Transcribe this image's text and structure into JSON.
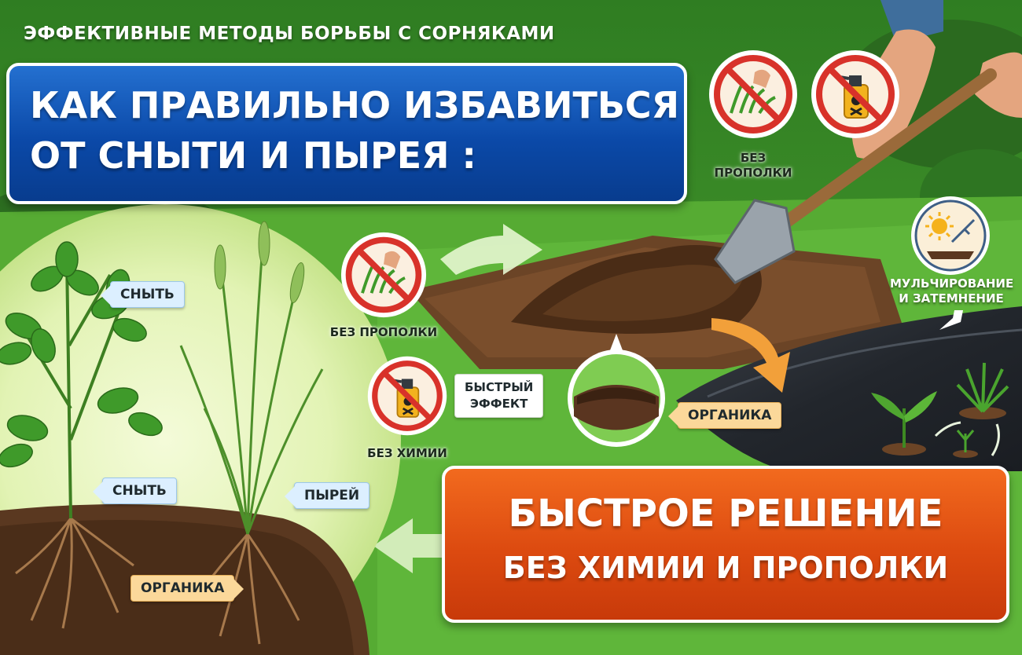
{
  "header": {
    "subtitle": "ЭФФЕКТИВНЫЕ МЕТОДЫ БОРЬБЫ С СОРНЯКАМИ",
    "title_line1": "КАК ПРАВИЛЬНО ИЗБАВИТЬСЯ",
    "title_line2": "ОТ СНЫТИ И ПЫРЕЯ :"
  },
  "icons": {
    "no_weeding_top": "no-weeding-icon",
    "no_chemicals_top": "no-chemicals-icon",
    "no_weeding_mid": "no-weeding-icon",
    "no_chemicals_mid": "no-chemicals-icon",
    "mulching": "sun-mulch-icon"
  },
  "labels": {
    "no_weeding_top_line1": "БЕЗ",
    "no_weeding_top_line2": "ПРОПОЛКИ",
    "no_weeding_mid": "БЕЗ ПРОПОЛКИ",
    "no_chemicals_mid": "БЕЗ ХИМИИ",
    "fast_effect_line1": "БЫСТРЫЙ",
    "fast_effect_line2": "ЭФФЕКТ",
    "mulching_line1": "МУЛЬЧИРОВАНИЕ",
    "mulching_line2": "И ЗАТЕМНЕНИЕ",
    "snyt_top": "СНЫТЬ",
    "snyt_bottom": "СНЫТЬ",
    "pyrey": "ПЫРЕЙ",
    "organic_left": "ОРГАНИКА",
    "organic_center": "ОРГАНИКА"
  },
  "solution": {
    "line1": "БЫСТРОЕ РЕШЕНИЕ",
    "line2": "БЕЗ ХИМИИ И ПРОПОЛКИ"
  },
  "colors": {
    "title_blue": "#0b49a8",
    "solution_orange": "#dc4a10",
    "grass_green": "#3f8a2a",
    "prohibition_red": "#d8322a",
    "soil_brown": "#5a3820"
  }
}
